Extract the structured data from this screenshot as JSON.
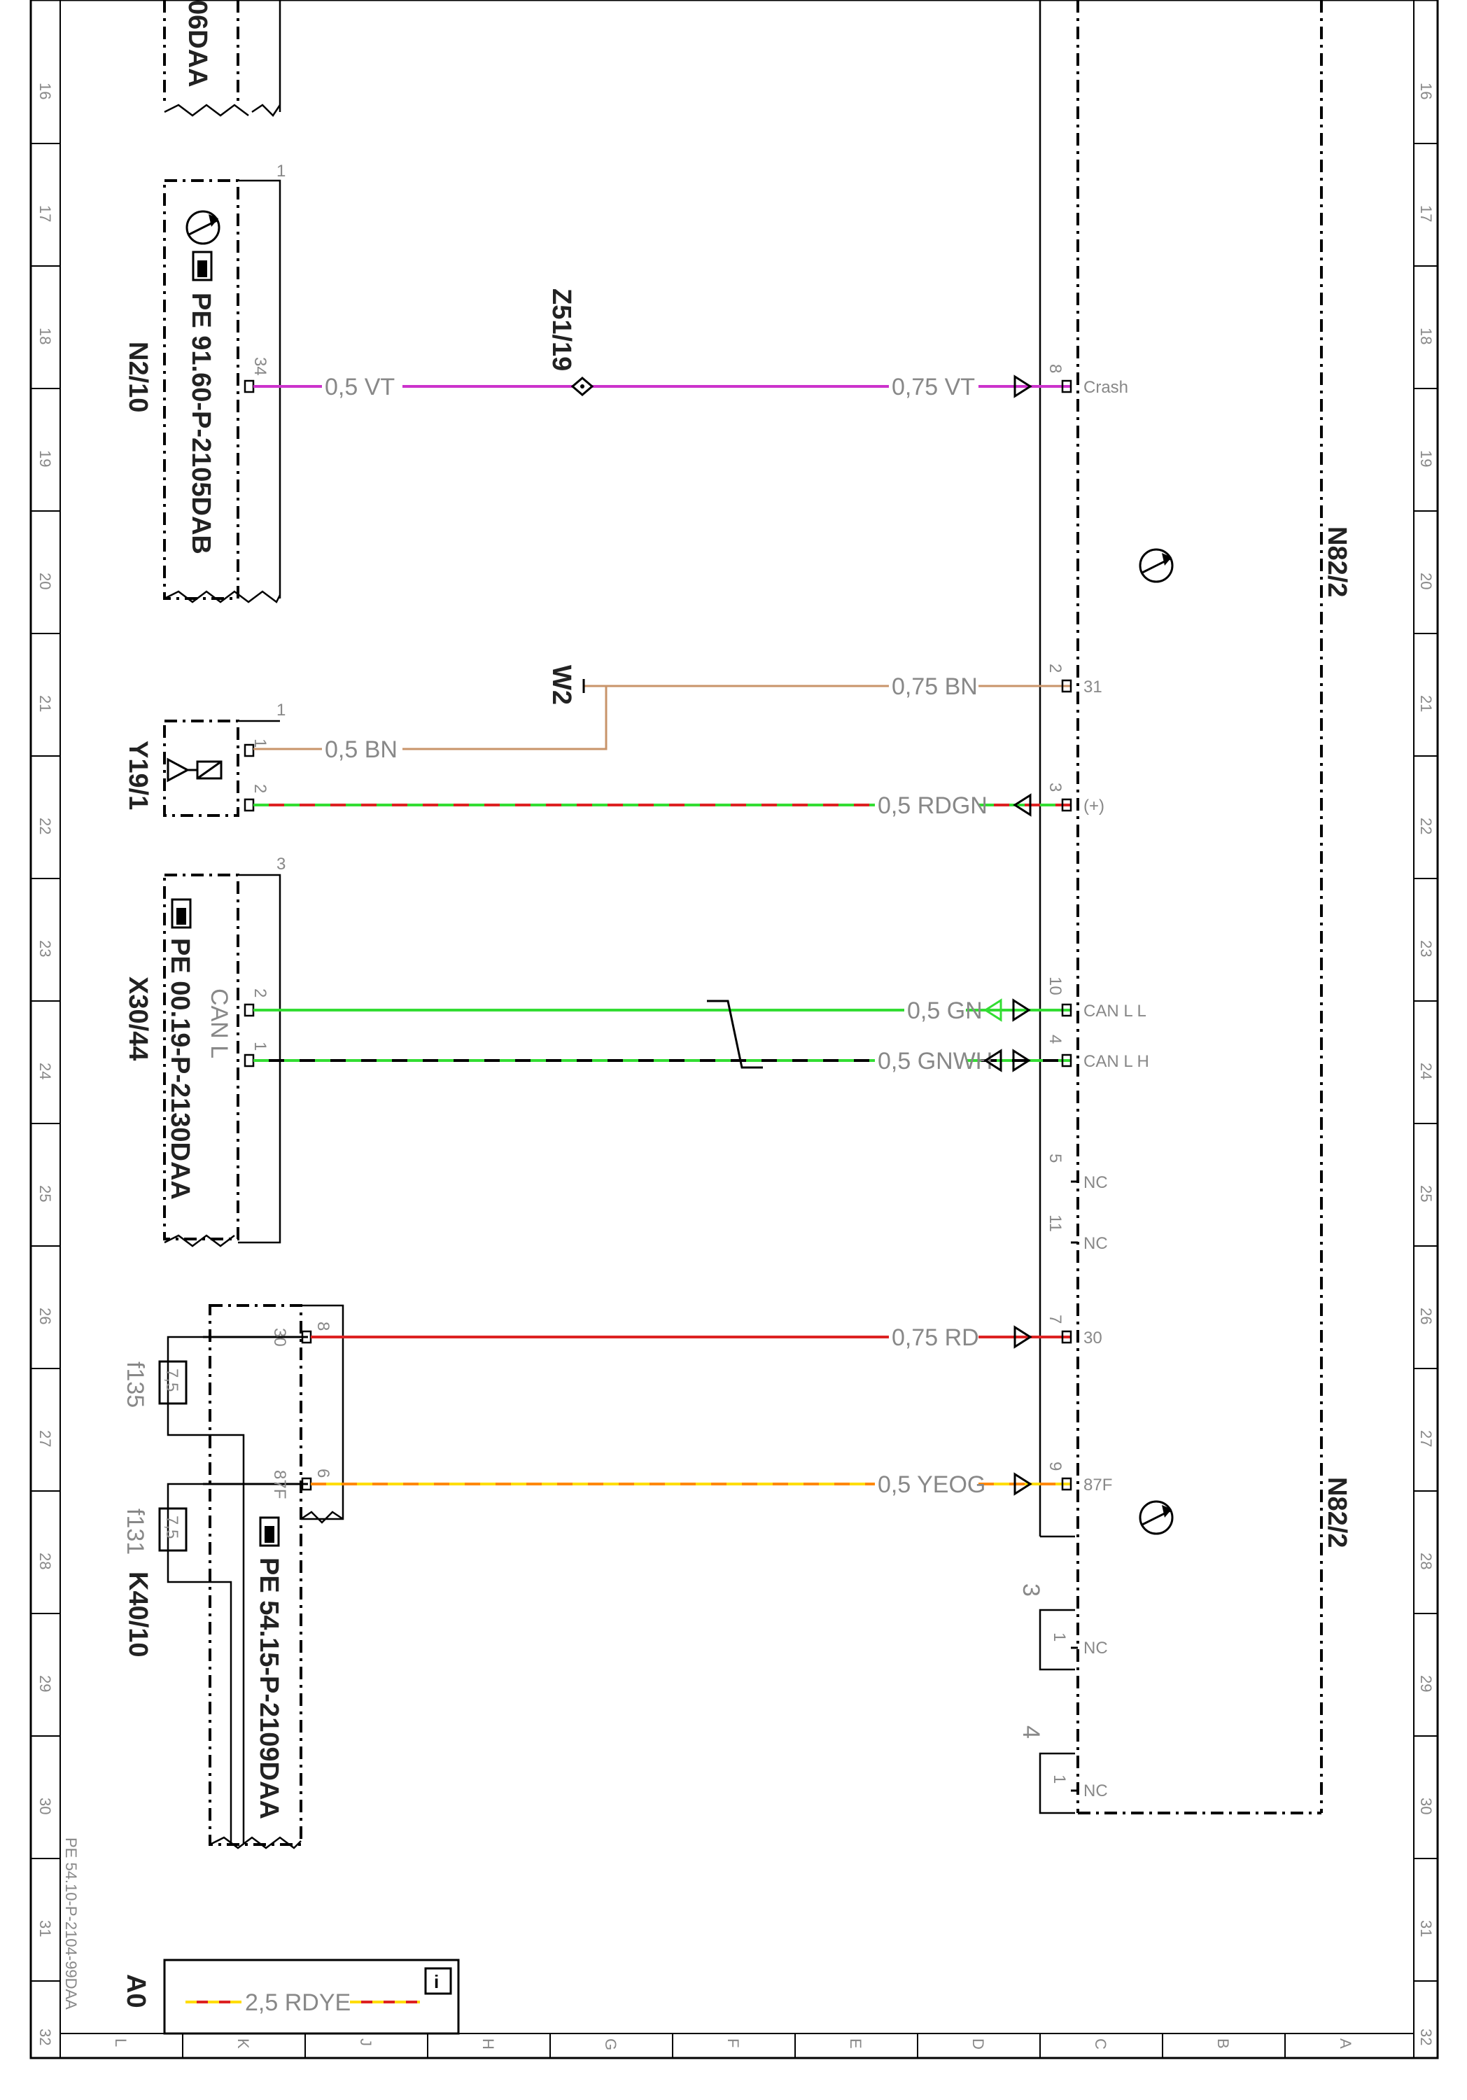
{
  "ruler": {
    "rows": [
      "16",
      "17",
      "18",
      "19",
      "20",
      "21",
      "22",
      "23",
      "24",
      "25",
      "26",
      "27",
      "28",
      "29",
      "30",
      "31",
      "32"
    ],
    "cols": [
      "L",
      "K",
      "J",
      "H",
      "G",
      "F",
      "E",
      "D",
      "C",
      "B",
      "A"
    ]
  },
  "components": {
    "n2_10": {
      "name": "N2/10",
      "ref": "PE 91.60-P-2105DAB",
      "pin": "34",
      "group": "1"
    },
    "y19_1": {
      "name": "Y19/1",
      "pin1": "1",
      "pin2": "2",
      "group": "1"
    },
    "x30_44": {
      "name": "X30/44",
      "ref": "PE 00.19-P-2130DAA",
      "label": "CAN L",
      "pin2": "2",
      "pin1": "1",
      "group": "3"
    },
    "k40_10": {
      "name": "K40/10",
      "ref": "PE 54.15-P-2109DAA",
      "fuse1": "f135",
      "fuse1_val": "7,5",
      "fuse2": "f131",
      "fuse2_val": "7,5",
      "term30": "30",
      "term87f": "87F",
      "pin8": "8",
      "pin6": "6"
    },
    "top_ref": {
      "ref": "06DAA"
    },
    "n82_2": {
      "name": "N82/2",
      "name2": "N82/2"
    },
    "z51_19": {
      "name": "Z51/19"
    },
    "w2": {
      "name": "W2"
    },
    "a0": {
      "name": "A0",
      "wire": "2,5 RDYE"
    }
  },
  "wires": [
    {
      "left": "0,5 VT",
      "right": "0,75 VT",
      "pin": "8",
      "sig": "Crash",
      "color": "#cc33cc"
    },
    {
      "left": "0,5 BN",
      "right": "0,75 BN",
      "pin": "2",
      "sig": "31",
      "color": "#c8946a"
    },
    {
      "right": "0,5 RDGN",
      "pin": "3",
      "sig": "(+)",
      "color": "#dd2222",
      "color2": "#33dd33"
    },
    {
      "right": "0,5 GN",
      "pin": "10",
      "sig": "CAN L L",
      "color": "#33dd33"
    },
    {
      "right": "0,5 GNWH",
      "pin": "4",
      "sig": "CAN L H",
      "color": "#33dd33",
      "color2": "#000000"
    },
    {
      "pin": "5",
      "sig": "NC"
    },
    {
      "pin": "11",
      "sig": "NC"
    },
    {
      "right": "0,75 RD",
      "pin": "7",
      "sig": "30",
      "color": "#dd2222"
    },
    {
      "right": "0,5 YEOG",
      "pin": "9",
      "sig": "87F",
      "color": "#ffdd00",
      "color2": "#ff8800"
    },
    {
      "conn": "3",
      "pin": "1",
      "sig": "NC"
    },
    {
      "conn": "4",
      "pin": "1",
      "sig": "NC"
    }
  ],
  "footer": {
    "doc": "PE 54.10-P-2104-99DAA"
  }
}
